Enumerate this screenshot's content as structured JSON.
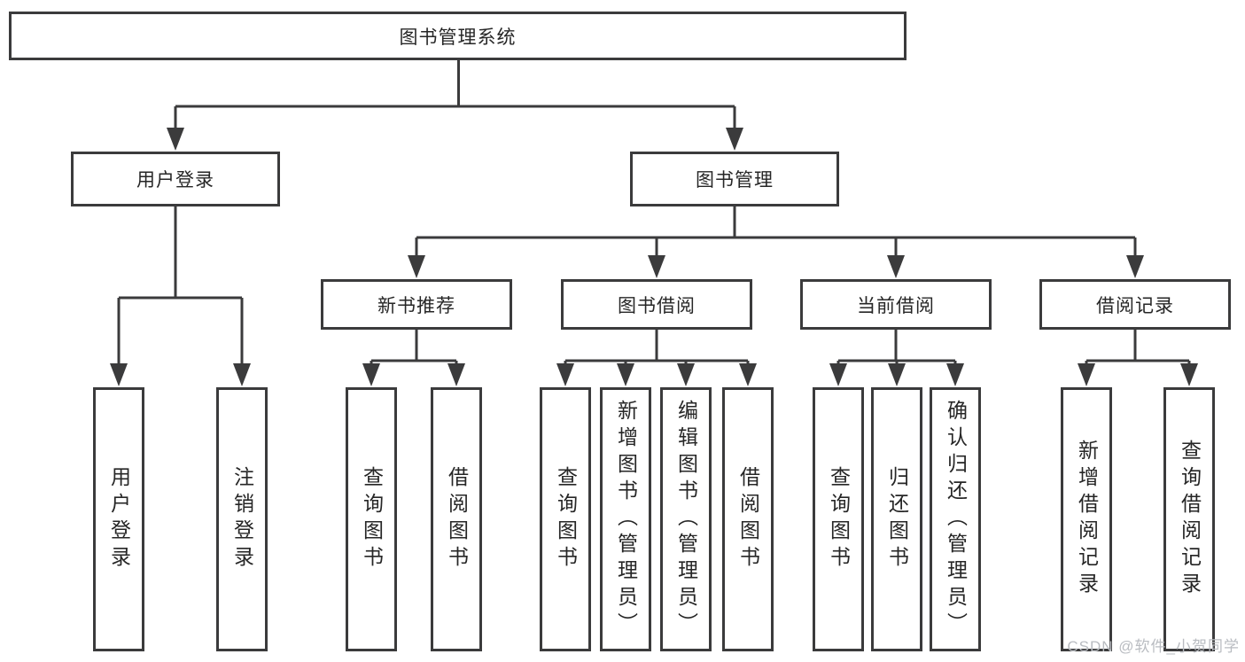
{
  "root": {
    "label": "图书管理系统",
    "children": [
      {
        "label": "用户登录",
        "children": [
          {
            "label": "用户登录"
          },
          {
            "label": "注销登录"
          }
        ]
      },
      {
        "label": "图书管理",
        "children": [
          {
            "label": "新书推荐",
            "children": [
              {
                "label": "查询图书"
              },
              {
                "label": "借阅图书"
              }
            ]
          },
          {
            "label": "图书借阅",
            "children": [
              {
                "label": "查询图书"
              },
              {
                "label": "新增图书（管理员）"
              },
              {
                "label": "编辑图书（管理员）"
              },
              {
                "label": "借阅图书"
              }
            ]
          },
          {
            "label": "当前借阅",
            "children": [
              {
                "label": "查询图书"
              },
              {
                "label": "归还图书"
              },
              {
                "label": "确认归还（管理员）"
              }
            ]
          },
          {
            "label": "借阅记录",
            "children": [
              {
                "label": "新增借阅记录"
              },
              {
                "label": "查询借阅记录"
              }
            ]
          }
        ]
      }
    ]
  },
  "watermark": {
    "text": "CSDN @软件_小贺同学"
  },
  "colors": {
    "line": "#3b3b3c",
    "border": "#3b3b3c",
    "text": "#262626",
    "background": "#ffffff",
    "watermark": "#b9bcc1"
  }
}
